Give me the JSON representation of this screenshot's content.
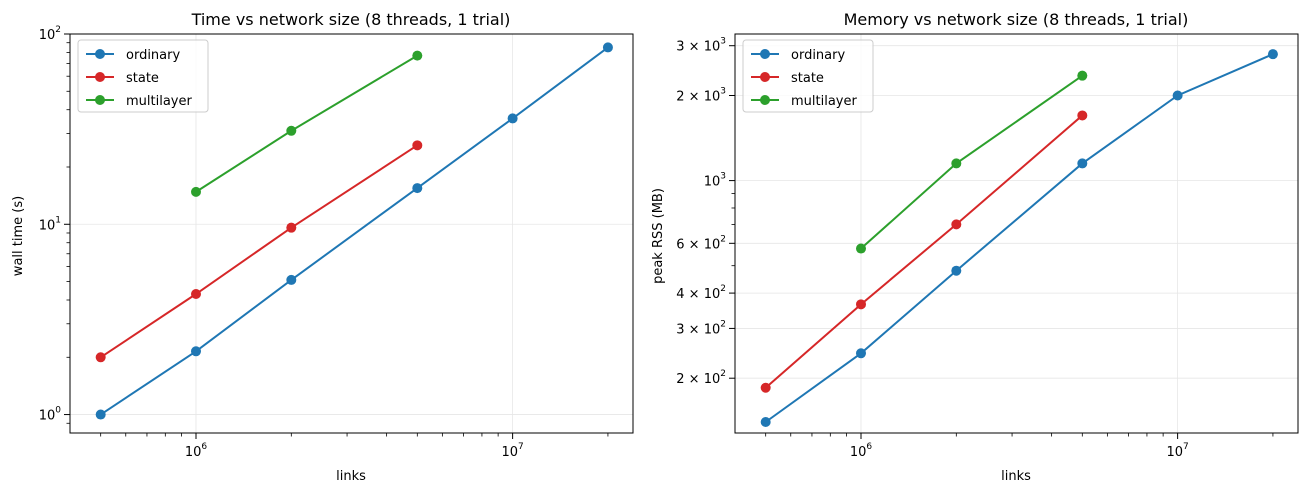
{
  "chart_data": [
    {
      "type": "line",
      "title": "Time vs network size (8 threads, 1 trial)",
      "xlabel": "links",
      "ylabel": "wall time (s)",
      "xscale": "log",
      "yscale": "log",
      "xlim": [
        400000,
        24000000
      ],
      "ylim": [
        0.8,
        100
      ],
      "grid": true,
      "legend_loc": "upper left",
      "x_ticks": [
        {
          "value": 1000000,
          "base": "10",
          "exp": "6"
        },
        {
          "value": 10000000,
          "base": "10",
          "exp": "7"
        }
      ],
      "y_ticks": [
        {
          "value": 1,
          "base": "10",
          "exp": "0"
        },
        {
          "value": 10,
          "base": "10",
          "exp": "1"
        },
        {
          "value": 100,
          "base": "10",
          "exp": "2"
        }
      ],
      "series": [
        {
          "name": "ordinary",
          "color": "#1f77b4",
          "x": [
            500000,
            1000000,
            2000000,
            5000000,
            10000000,
            20000000
          ],
          "y": [
            1.0,
            2.15,
            5.1,
            15.5,
            36,
            85
          ]
        },
        {
          "name": "state",
          "color": "#d62728",
          "x": [
            500000,
            1000000,
            2000000,
            5000000
          ],
          "y": [
            2.0,
            4.3,
            9.6,
            26
          ]
        },
        {
          "name": "multilayer",
          "color": "#2ca02c",
          "x": [
            1000000,
            2000000,
            5000000
          ],
          "y": [
            14.8,
            31,
            77
          ]
        }
      ]
    },
    {
      "type": "line",
      "title": "Memory vs network size (8 threads, 1 trial)",
      "xlabel": "links",
      "ylabel": "peak RSS (MB)",
      "xscale": "log",
      "yscale": "log",
      "xlim": [
        400000,
        24000000
      ],
      "ylim": [
        128,
        3300
      ],
      "grid": true,
      "legend_loc": "upper left",
      "x_ticks": [
        {
          "value": 1000000,
          "base": "10",
          "exp": "6"
        },
        {
          "value": 10000000,
          "base": "10",
          "exp": "7"
        }
      ],
      "y_ticks": [
        {
          "value": 200,
          "base": "2 × 10",
          "exp": "2"
        },
        {
          "value": 300,
          "base": "3 × 10",
          "exp": "2"
        },
        {
          "value": 400,
          "base": "4 × 10",
          "exp": "2"
        },
        {
          "value": 600,
          "base": "6 × 10",
          "exp": "2"
        },
        {
          "value": 1000,
          "base": "10",
          "exp": "3"
        },
        {
          "value": 2000,
          "base": "2 × 10",
          "exp": "3"
        },
        {
          "value": 3000,
          "base": "3 × 10",
          "exp": "3"
        }
      ],
      "series": [
        {
          "name": "ordinary",
          "color": "#1f77b4",
          "x": [
            500000,
            1000000,
            2000000,
            5000000,
            10000000,
            20000000
          ],
          "y": [
            140,
            245,
            480,
            1150,
            2000,
            2800
          ]
        },
        {
          "name": "state",
          "color": "#d62728",
          "x": [
            500000,
            1000000,
            2000000,
            5000000
          ],
          "y": [
            185,
            365,
            700,
            1700
          ]
        },
        {
          "name": "multilayer",
          "color": "#2ca02c",
          "x": [
            1000000,
            2000000,
            5000000
          ],
          "y": [
            575,
            1150,
            2350
          ]
        }
      ]
    }
  ]
}
